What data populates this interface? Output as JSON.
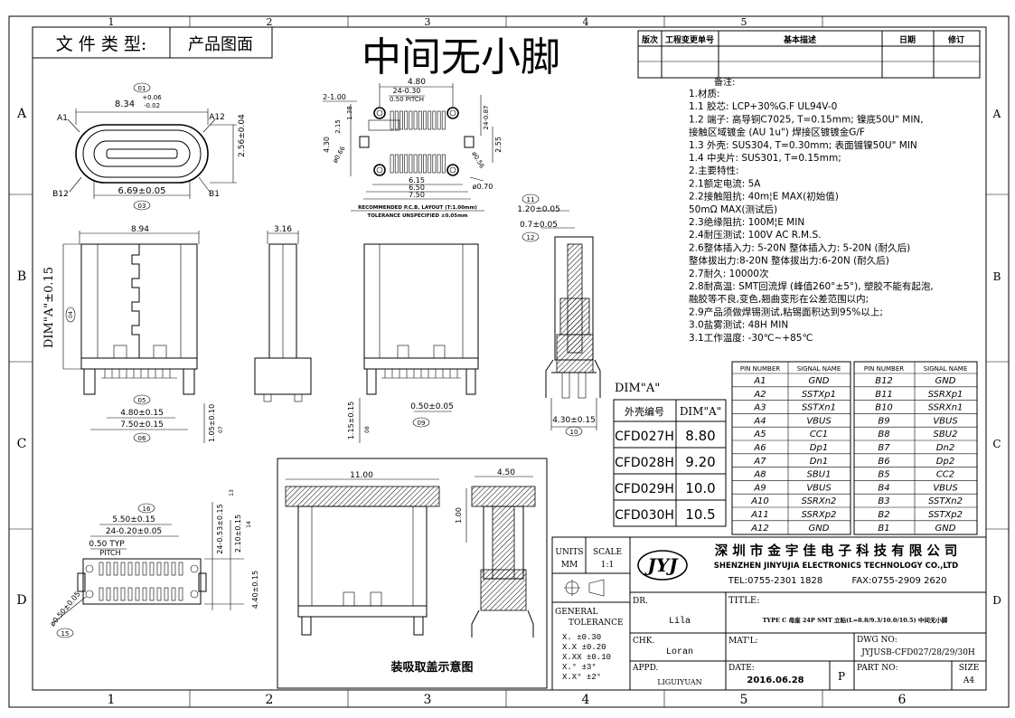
{
  "border": {
    "columns": [
      "1",
      "2",
      "3",
      "4",
      "5",
      "6"
    ],
    "rows": [
      "A",
      "B",
      "C",
      "D"
    ],
    "rows_right": [
      "A",
      "B",
      "C",
      "D"
    ]
  },
  "file_type": {
    "label": "文 件 类 型:",
    "value": "产品图面"
  },
  "big_title": "中间无小脚",
  "revision_table": {
    "headers": [
      "版次",
      "工程变更单号",
      "基本描述",
      "日期",
      "修订"
    ]
  },
  "front_view": {
    "pin_a1": "A1",
    "pin_a12": "A12",
    "pin_b12": "B12",
    "pin_b1": "B1",
    "dim_01_tag": "01",
    "dim_01_value": "8.34",
    "dim_01_tol_plus": "+0.06",
    "dim_01_tol_minus": "-0.02",
    "dim_03_tag": "03",
    "dim_03_value": "6.69±0.05",
    "dim_02_tag": "02",
    "dim_02_value": "2.56±0.04"
  },
  "pcb_layout": {
    "dim_top": "4.80",
    "dim_pitch_a": "24-0.30",
    "dim_pitch_b": "0.50 PITCH",
    "dim_left": "2-1.00",
    "dim_138": "1.38",
    "dim_215": "2.15",
    "dim_430": "4.30",
    "dim_066": "ø0.66",
    "dim_056": "ø0.56",
    "dim_087": "24-0.87",
    "dim_255": "2.55",
    "dim_615": "6.15",
    "dim_650": "6.50",
    "dim_750": "7.50",
    "dim_070": "ø0.70",
    "caption1": "RECOMMENDED   P.C.B. LAYOUT (T:1.00mm)",
    "caption2": "TOLERANCE  UNSPECIFIED ±0.05mm"
  },
  "notes": {
    "header": "备注:",
    "lines": [
      "1.材质:",
      "1.1  胶芯: LCP+30%G.F  UL94V-0",
      "1.2  端子: 高导铜C7025, T=0.15mm; 镍底50U\" MIN,",
      "       接触区域镀金 (AU 1u\") 焊接区镀镀金G/F",
      "1.3  外壳: SUS304, T=0.30mm; 表面镀镍50U\" MIN",
      "1.4  中夹片: SUS301, T=0.15mm;",
      "2.主要特性:",
      "2.1额定电流: 5A",
      "2.2接触阻抗: 40m¦E MAX(初始值)",
      "             50mΩ MAX(测试后)",
      "2.3绝缘阻抗: 100M¦E MIN",
      "2.4耐压测试: 100V AC R.M.S.",
      "2.6整体插入力: 5-20N   整体插入力: 5-20N (耐久后)",
      "     整体拔出力:8-20N     整体拔出力:6-20N (耐久后)",
      "2.7耐久: 10000次",
      "2.8耐高温: SMT回流焊 (峰值260°±5°), 塑胶不能有起泡,",
      "       融胶等不良,变色,翘曲变形在公差范围以内;",
      "2.9产品须做焊锡测试,粘锡面积达到95%以上;",
      "3.0盐雾测试: 48H MIN",
      "3.1工作温度: -30℃~+85℃"
    ]
  },
  "side_views": {
    "dim_894": "8.94",
    "dim_a_label": "DIM\"A\"±0.15",
    "tag_04": "04",
    "dim_05_tag": "05",
    "dim_05": "4.80±0.15",
    "dim_06_tag": "06",
    "dim_06": "7.50±0.15",
    "dim_07_tag": "07",
    "dim_07": "1.05±0.10",
    "dim_316": "3.16",
    "dim_08_tag": "08",
    "dim_08": "1.15±0.15",
    "dim_09_tag": "09",
    "dim_09": "0.50±0.05",
    "dim_11_tag": "11",
    "dim_11": "1.20±0.05",
    "dim_12_tag": "12",
    "dim_12": "0.7±0.05",
    "dim_10_tag": "10",
    "dim_10": "4.30±0.15"
  },
  "dim_table": {
    "title": "DIM\"A\"",
    "headers": [
      "外壳编号",
      "DIM\"A\""
    ],
    "rows": [
      [
        "CFD027H",
        "8.80"
      ],
      [
        "CFD028H",
        "9.20"
      ],
      [
        "CFD029H",
        "10.0"
      ],
      [
        "CFD030H",
        "10.5"
      ]
    ]
  },
  "pin_table": {
    "headers": [
      "PIN NUMBER",
      "SIGNAL NAME",
      "PIN NUMBER",
      "SIGNAL NAME"
    ],
    "rows": [
      [
        "A1",
        "GND",
        "B12",
        "GND"
      ],
      [
        "A2",
        "SSTXp1",
        "B11",
        "SSRXp1"
      ],
      [
        "A3",
        "SSTXn1",
        "B10",
        "SSRXn1"
      ],
      [
        "A4",
        "VBUS",
        "B9",
        "VBUS"
      ],
      [
        "A5",
        "CC1",
        "B8",
        "SBU2"
      ],
      [
        "A6",
        "Dp1",
        "B7",
        "Dn2"
      ],
      [
        "A7",
        "Dn1",
        "B6",
        "Dp2"
      ],
      [
        "A8",
        "SBU1",
        "B5",
        "CC2"
      ],
      [
        "A9",
        "VBUS",
        "B4",
        "VBUS"
      ],
      [
        "A10",
        "SSRXn2",
        "B3",
        "SSTXn2"
      ],
      [
        "A11",
        "SSRXp2",
        "B2",
        "SSTXp2"
      ],
      [
        "A12",
        "GND",
        "B1",
        "GND"
      ]
    ]
  },
  "bottom_view": {
    "dim_16_tag": "16",
    "dim_16": "5.50±0.15",
    "dim_pitch_a": "24-0.20±0.05",
    "dim_pitch_b": "0.50 TYP",
    "dim_pitch_c": "PITCH",
    "dim_13": "24-0.53±0.15",
    "dim_13_tag": "13",
    "dim_14": "2.10±0.15",
    "dim_14_tag": "14",
    "dim_440": "4.40±0.15",
    "dim_15": "ø0.50±0.05",
    "dim_15_tag": "15"
  },
  "suction_view": {
    "dim_1100": "11.00",
    "dim_450": "4.50",
    "dim_100": "1.00",
    "caption": "装吸取盖示意图"
  },
  "title_block": {
    "units_label": "UNITS",
    "units_value": "MM",
    "scale_label": "SCALE",
    "scale_value": "1:1",
    "logo_text": "JYJ",
    "company_cn": "深 圳 市 金 宇 佳 电 子 科 技 有 限 公 司",
    "company_en": "SHENZHEN  JINYUJIA  ELECTRONICS TECHNOLOGY  CO.,LTD",
    "tel": "TEL:0755-2301 1828",
    "fax": "FAX:0755-2909 2620",
    "dr_label": "DR.",
    "dr_value": "Lila",
    "title_label": "TITLE:",
    "title_value": "TYPE C 母座 24P SMT 立贴(L=8.8/9.3/10.0/10.5) 中间无小脚",
    "general_label": "GENERAL",
    "tolerance_label": "TOLERANCE",
    "tolerances": [
      "X.    ±0.30",
      "X.X   ±0.20",
      "X.XX  ±0.10",
      "X.°   ±3°",
      "X.X°  ±2°"
    ],
    "chk_label": "CHK.",
    "chk_value": "Loran",
    "mat_label": "MAT'L:",
    "dwg_label": "DWG NO:",
    "dwg_value": "JYJUSB-CFD027/28/29/30H",
    "appd_label": "APPD.",
    "appd_value": "LIGUIYUAN",
    "date_label": "DATE:",
    "date_value": "2016.06.28",
    "p_label": "P",
    "partno_label": "PART  NO:",
    "size_label": "SIZE",
    "size_value": "A4"
  }
}
